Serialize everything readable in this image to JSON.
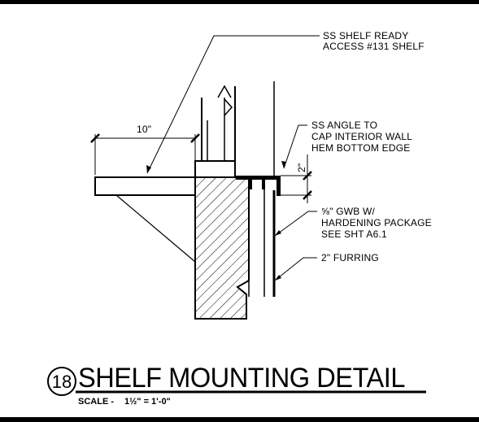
{
  "detail": {
    "number": "18",
    "title": "SHELF MOUNTING DETAIL",
    "scale_label": "SCALE -",
    "scale_value": "1½\" = 1'-0\""
  },
  "dimensions": {
    "shelf_depth": "10\"",
    "angle_height": "2\""
  },
  "notes": {
    "shelf_line1": "SS SHELF READY",
    "shelf_line2": "ACCESS #131 SHELF",
    "angle_line1": "SS ANGLE TO",
    "angle_line2": "CAP INTERIOR WALL",
    "angle_line3": "HEM BOTTOM EDGE",
    "gwb_line1": "⅝\" GWB W/",
    "gwb_line2": "HARDENING PACKAGE",
    "gwb_line3": "SEE SHT A6.1",
    "furring": "2\" FURRING"
  }
}
